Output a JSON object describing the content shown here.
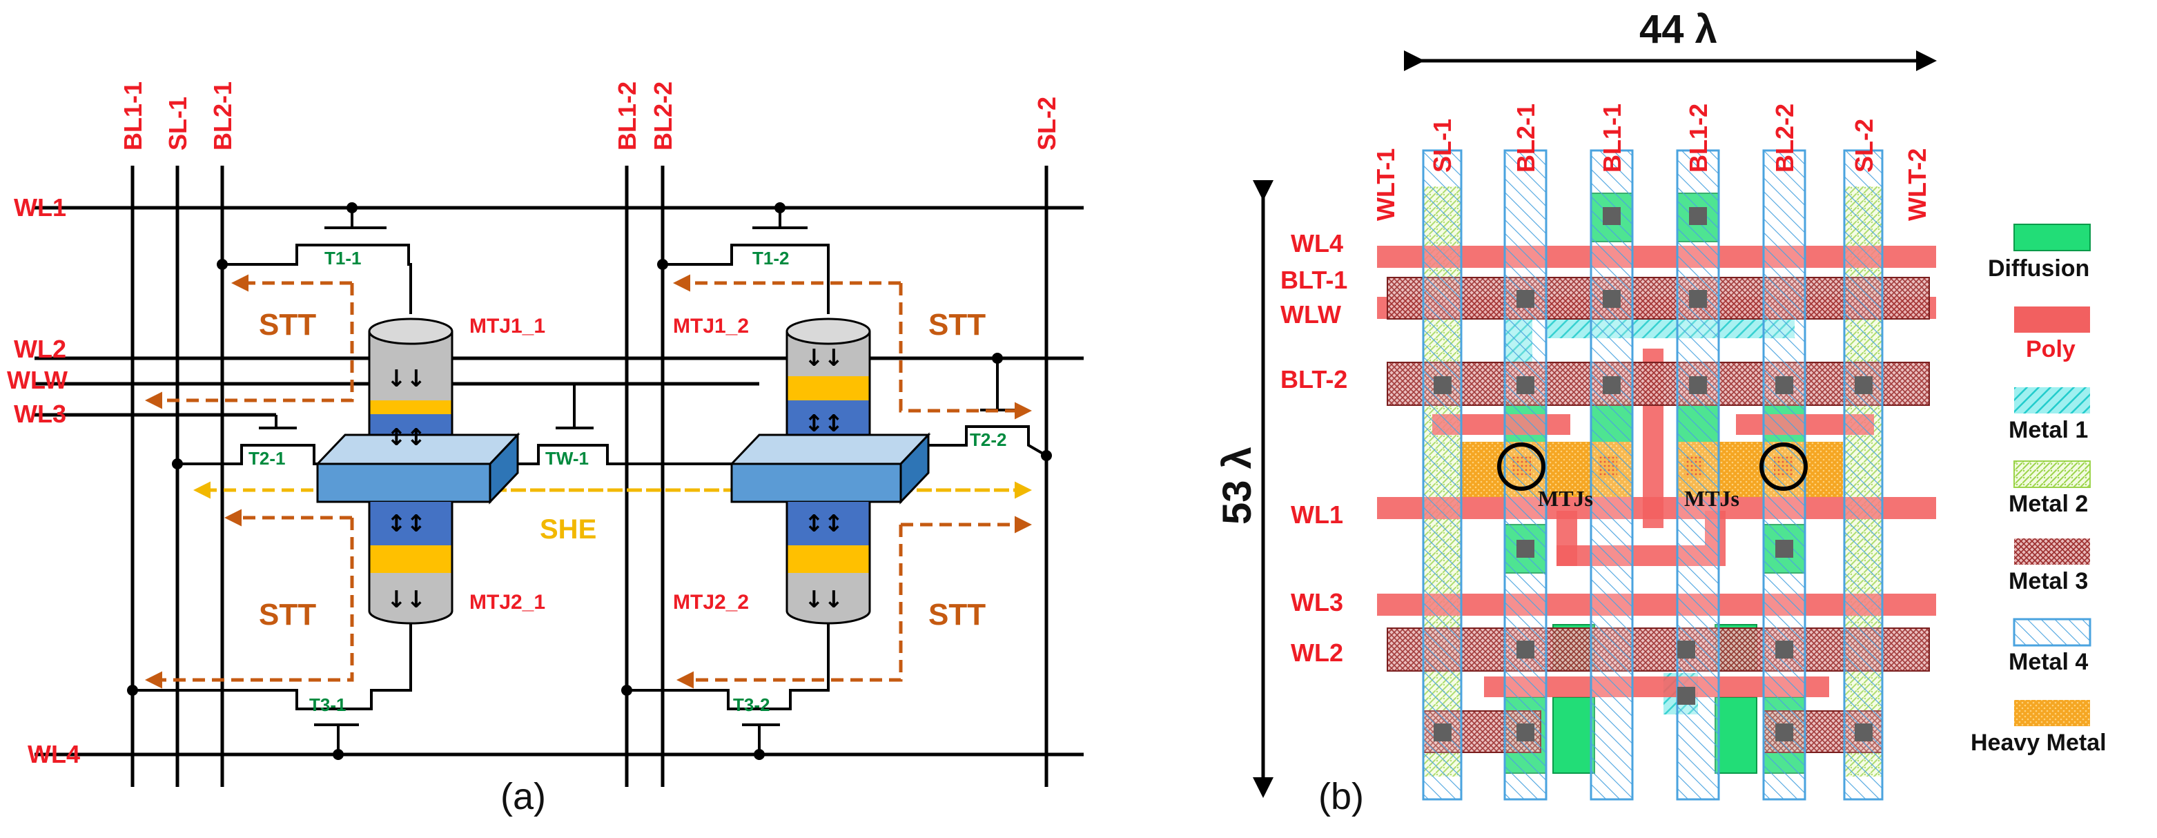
{
  "panel_a": {
    "caption": "(a)",
    "columns": {
      "bl1_1": "BL1-1",
      "sl_1": "SL-1",
      "bl2_1": "BL2-1",
      "bl1_2": "BL1-2",
      "bl2_2": "BL2-2",
      "sl_2": "SL-2"
    },
    "rows": {
      "wl1": "WL1",
      "wl2": "WL2",
      "wlw": "WLW",
      "wl3": "WL3",
      "wl4": "WL4"
    },
    "transistors": {
      "t1_1": "T1-1",
      "t1_2": "T1-2",
      "t2_1": "T2-1",
      "tw_1": "TW-1",
      "t2_2": "T2-2",
      "t3_1": "T3-1",
      "t3_2": "T3-2"
    },
    "mtjs": {
      "mtj1_1": "MTJ1_1",
      "mtj2_1": "MTJ2_1",
      "mtj1_2": "MTJ1_2",
      "mtj2_2": "MTJ2_2"
    },
    "currents": {
      "stt": "STT",
      "she": "SHE"
    },
    "colors": {
      "label": "#ee1c25",
      "transistor": "#008a3e",
      "stt": "#c55a11",
      "she": "#f2b800",
      "heavy_metal": "#4f81bd"
    }
  },
  "panel_b": {
    "caption": "(b)",
    "width_dim": "44 λ",
    "height_dim": "53 λ",
    "columns": {
      "wlt_1": "WLT-1",
      "sl_1": "SL-1",
      "bl2_1": "BL2-1",
      "bl1_1": "BL1-1",
      "bl1_2": "BL1-2",
      "bl2_2": "BL2-2",
      "sl_2": "SL-2",
      "wlt_2": "WLT-2"
    },
    "rows": {
      "wl4": "WL4",
      "blt_1": "BLT-1",
      "wlw": "WLW",
      "blt_2": "BLT-2",
      "wl1": "WL1",
      "wl3": "WL3",
      "wl2": "WL2"
    },
    "mtj_label_left": "MTJs",
    "mtj_label_right": "MTJs",
    "legend": [
      {
        "label": "Diffusion",
        "color": "#22dd77"
      },
      {
        "label": "Poly",
        "color": "#f26060"
      },
      {
        "label": "Metal 1",
        "color": "#44dddd"
      },
      {
        "label": "Metal 2",
        "color": "#b6e86a"
      },
      {
        "label": "Metal 3",
        "color": "#a02c2c"
      },
      {
        "label": "Metal 4",
        "color": "#4aa3df"
      },
      {
        "label": "Heavy Metal",
        "color": "#f5a623"
      }
    ]
  }
}
